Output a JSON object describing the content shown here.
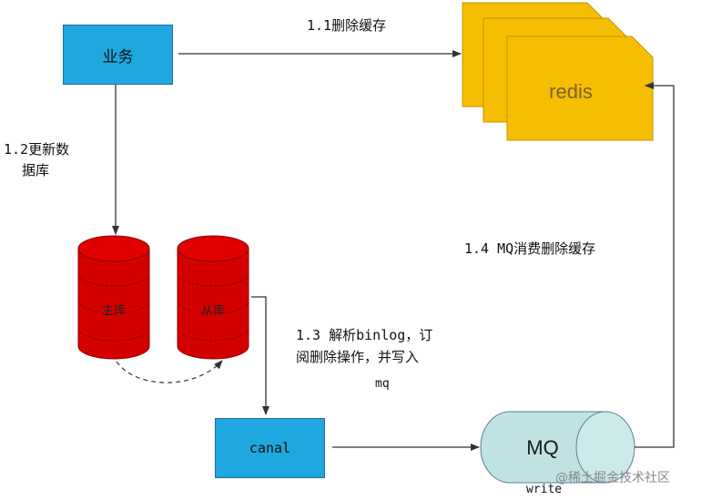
{
  "nodes": {
    "business": "业务",
    "redis": "redis",
    "master_db": "主库",
    "slave_db": "从库",
    "canal": "canal",
    "mq": "MQ",
    "mq_caption": "write"
  },
  "edges": {
    "step_1_1": "1.1删除缓存",
    "step_1_2_line1": "1.2更新数",
    "step_1_2_line2": "据库",
    "step_1_3_line1": "1.3 解析binlog，订",
    "step_1_3_line2": "阅删除操作，并写入",
    "step_1_3_line3": "mq",
    "step_1_4": "1.4 MQ消费删除缓存"
  },
  "watermark": "@稀土掘金技术社区",
  "colors": {
    "box": "#1ea8df",
    "redis_card": "#f6be00",
    "db_red": "#d40000",
    "mq_fill": "#bfe3e3"
  }
}
